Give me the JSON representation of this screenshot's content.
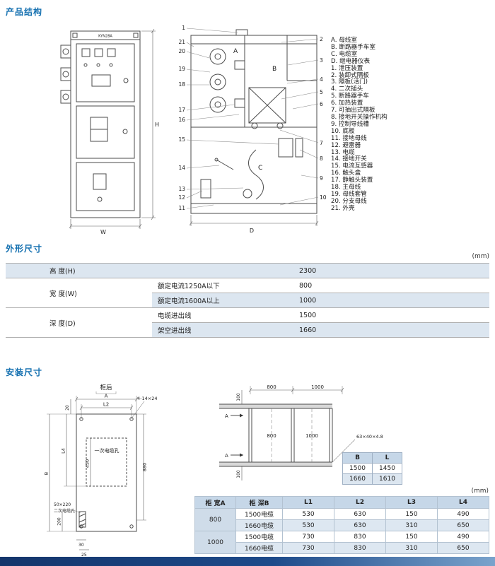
{
  "sections": {
    "structure_title": "产品结构",
    "outline_title": "外形尺寸",
    "install_title": "安装尺寸"
  },
  "units": {
    "mm": "(mm)"
  },
  "colors": {
    "title_blue": "#1470b0",
    "row_shade": "#dce6f0",
    "header_shade": "#c6d7e8",
    "footer_gradient_start": "#14356b",
    "footer_gradient_end": "#7aa3cc"
  },
  "structure": {
    "model": "KYN28A",
    "front": {
      "dim_h": "H",
      "dim_w": "W"
    },
    "section": {
      "dim_d": "D",
      "comp_a": "A",
      "comp_b": "B",
      "comp_c": "C",
      "callouts_left": [
        "1",
        "21",
        "20",
        "19",
        "18",
        "17",
        "16",
        "15",
        "14",
        "13",
        "12",
        "11"
      ],
      "callouts_right": [
        "2",
        "3",
        "4",
        "5",
        "6",
        "7",
        "8",
        "9",
        "10"
      ]
    },
    "legend": [
      "A. 母线室",
      "B. 断路器手车室",
      "C. 电缆室",
      "D. 继电器仪表",
      "1. 泄压装置",
      "2. 装卸式隔板",
      "3. 隔板(活门)",
      "4. 二次插头",
      "5. 断路器手车",
      "6. 加热装置",
      "7. 可抽出式隔板",
      "8. 接地开关操作机构",
      "9. 控制导线槽",
      "10. 底板",
      "11. 接地母线",
      "12. 避雷器",
      "13. 电缆",
      "14. 接地开关",
      "15. 电流互感器",
      "16. 触头盒",
      "17. 静触头装置",
      "18. 主母线",
      "19. 母线套管",
      "20. 分支母线",
      "21. 外壳"
    ]
  },
  "outline_table": {
    "rows": [
      {
        "label": "高 度(H)",
        "sub": "",
        "value": "2300"
      },
      {
        "label": "宽 度(W)",
        "sub": "额定电流1250A以下",
        "value": "800"
      },
      {
        "sub": "额定电流1600A以上",
        "value": "1000"
      },
      {
        "label": "深 度(D)",
        "sub": "电缆进出线",
        "value": "1500"
      },
      {
        "sub": "架空进出线",
        "value": "1660"
      }
    ]
  },
  "install": {
    "left": {
      "top_label": "柜后",
      "dim_a": "A",
      "dim_l2": "L2",
      "dim_l4": "L4",
      "dim_b": "B",
      "dim_20": "20",
      "holes_note": "4-14×24",
      "primary_hole": "一次电缆孔",
      "dim_450": "450",
      "dim_880": "880",
      "secondary_size": "50×220",
      "secondary_hole": "二次电缆孔",
      "dim_200": "200",
      "dim_30": "30",
      "dim_25": "25"
    },
    "right": {
      "top_800": "800",
      "top_1000": "1000",
      "top_100": "100",
      "mid_800": "800",
      "mid_1000": "1000",
      "bottom_100": "100",
      "angle_note": "63×40×4.8",
      "cut_label": "A"
    },
    "bl_table": {
      "headers": [
        "B",
        "L"
      ],
      "rows": [
        [
          "1500",
          "1450"
        ],
        [
          "1660",
          "1610"
        ]
      ]
    },
    "main_table": {
      "headers": [
        "柜 宽A",
        "柜 深B",
        "L1",
        "L2",
        "L3",
        "L4"
      ],
      "rows": [
        {
          "a": "800",
          "b": "1500电缆",
          "l1": "530",
          "l2": "630",
          "l3": "150",
          "l4": "490"
        },
        {
          "a": "",
          "b": "1660电缆",
          "l1": "530",
          "l2": "630",
          "l3": "310",
          "l4": "650"
        },
        {
          "a": "1000",
          "b": "1500电缆",
          "l1": "730",
          "l2": "830",
          "l3": "150",
          "l4": "490"
        },
        {
          "a": "",
          "b": "1660电缆",
          "l1": "730",
          "l2": "830",
          "l3": "310",
          "l4": "650"
        }
      ]
    }
  }
}
